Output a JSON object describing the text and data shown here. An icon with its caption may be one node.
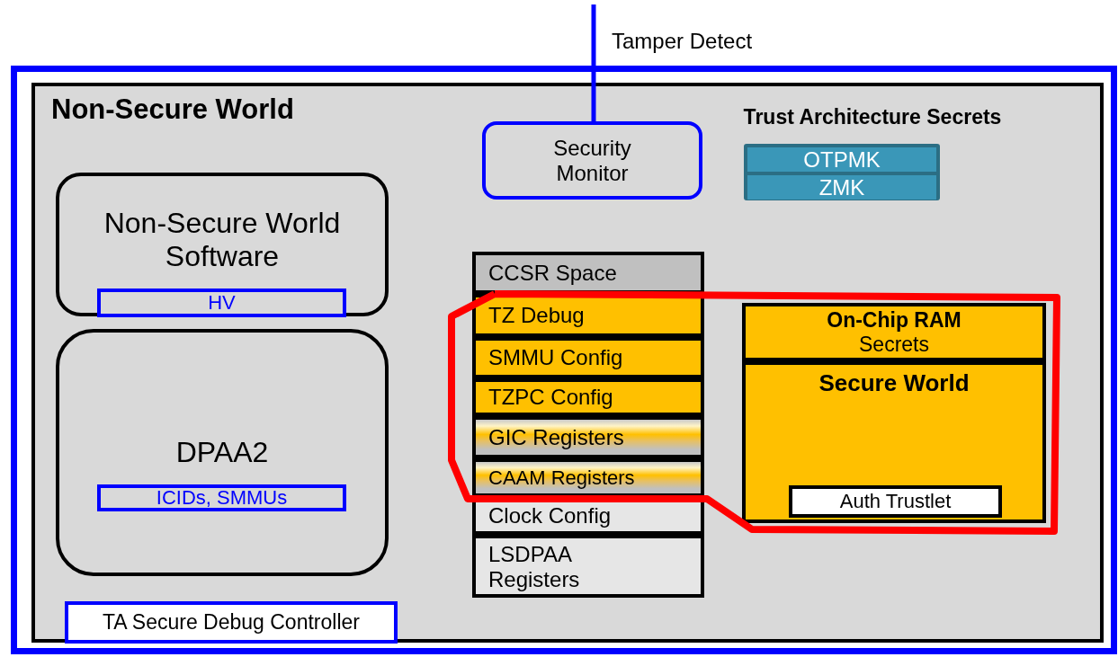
{
  "diagram": {
    "nodes": [
      {
        "text": [],
        "shape": "box"
      },
      {
        "text": [
          "Non-Secure World"
        ],
        "in": 0
      },
      {
        "text": [
          "Security Monitor"
        ],
        "in": 1
      },
      {
        "text": [
          "Trust Architecture Secrets"
        ],
        "in": 1
      },
      {
        "text": [
          "OTPMK"
        ],
        "in": 3
      },
      {
        "text": [
          "ZMK"
        ],
        "in": 3
      },
      {
        "text": [
          "Non-Secure World Software"
        ],
        "in": 1
      },
      {
        "text": [
          "HV"
        ],
        "in": 6
      },
      {
        "text": [
          "DPAA2"
        ],
        "in": 1
      },
      {
        "text": [
          "ICIDs, SMMUs"
        ],
        "in": 8
      },
      {
        "text": [
          "CCSR Space"
        ],
        "in": 1
      },
      {
        "text": [
          "TZ Debug"
        ],
        "in": 1
      },
      {
        "text": [
          "SMMU Config"
        ],
        "in": 1
      },
      {
        "text": [
          "TZPC Config"
        ],
        "in": 1
      },
      {
        "text": [
          "GIC Registers"
        ],
        "in": 1
      },
      {
        "text": [
          "CAAM Registers"
        ],
        "in": 1
      },
      {
        "text": [
          "Clock Config"
        ],
        "in": 1
      },
      {
        "text": [
          "LSDPAA Registers"
        ],
        "in": 1
      },
      {
        "text": [
          "On-Chip RAM",
          "Secrets"
        ],
        "in": 1
      },
      {
        "text": [
          "Secure World"
        ],
        "in": 1
      },
      {
        "text": [
          "Auth Trustlet"
        ],
        "in": 19
      },
      {
        "text": [
          "TA Secure Debug Controller"
        ],
        "in": 1
      }
    ],
    "edges": [
      {
        "from": null,
        "to": 2,
        "arrow": "none",
        "label": "Tamper Detect",
        "color": "#0000ff"
      }
    ]
  }
}
